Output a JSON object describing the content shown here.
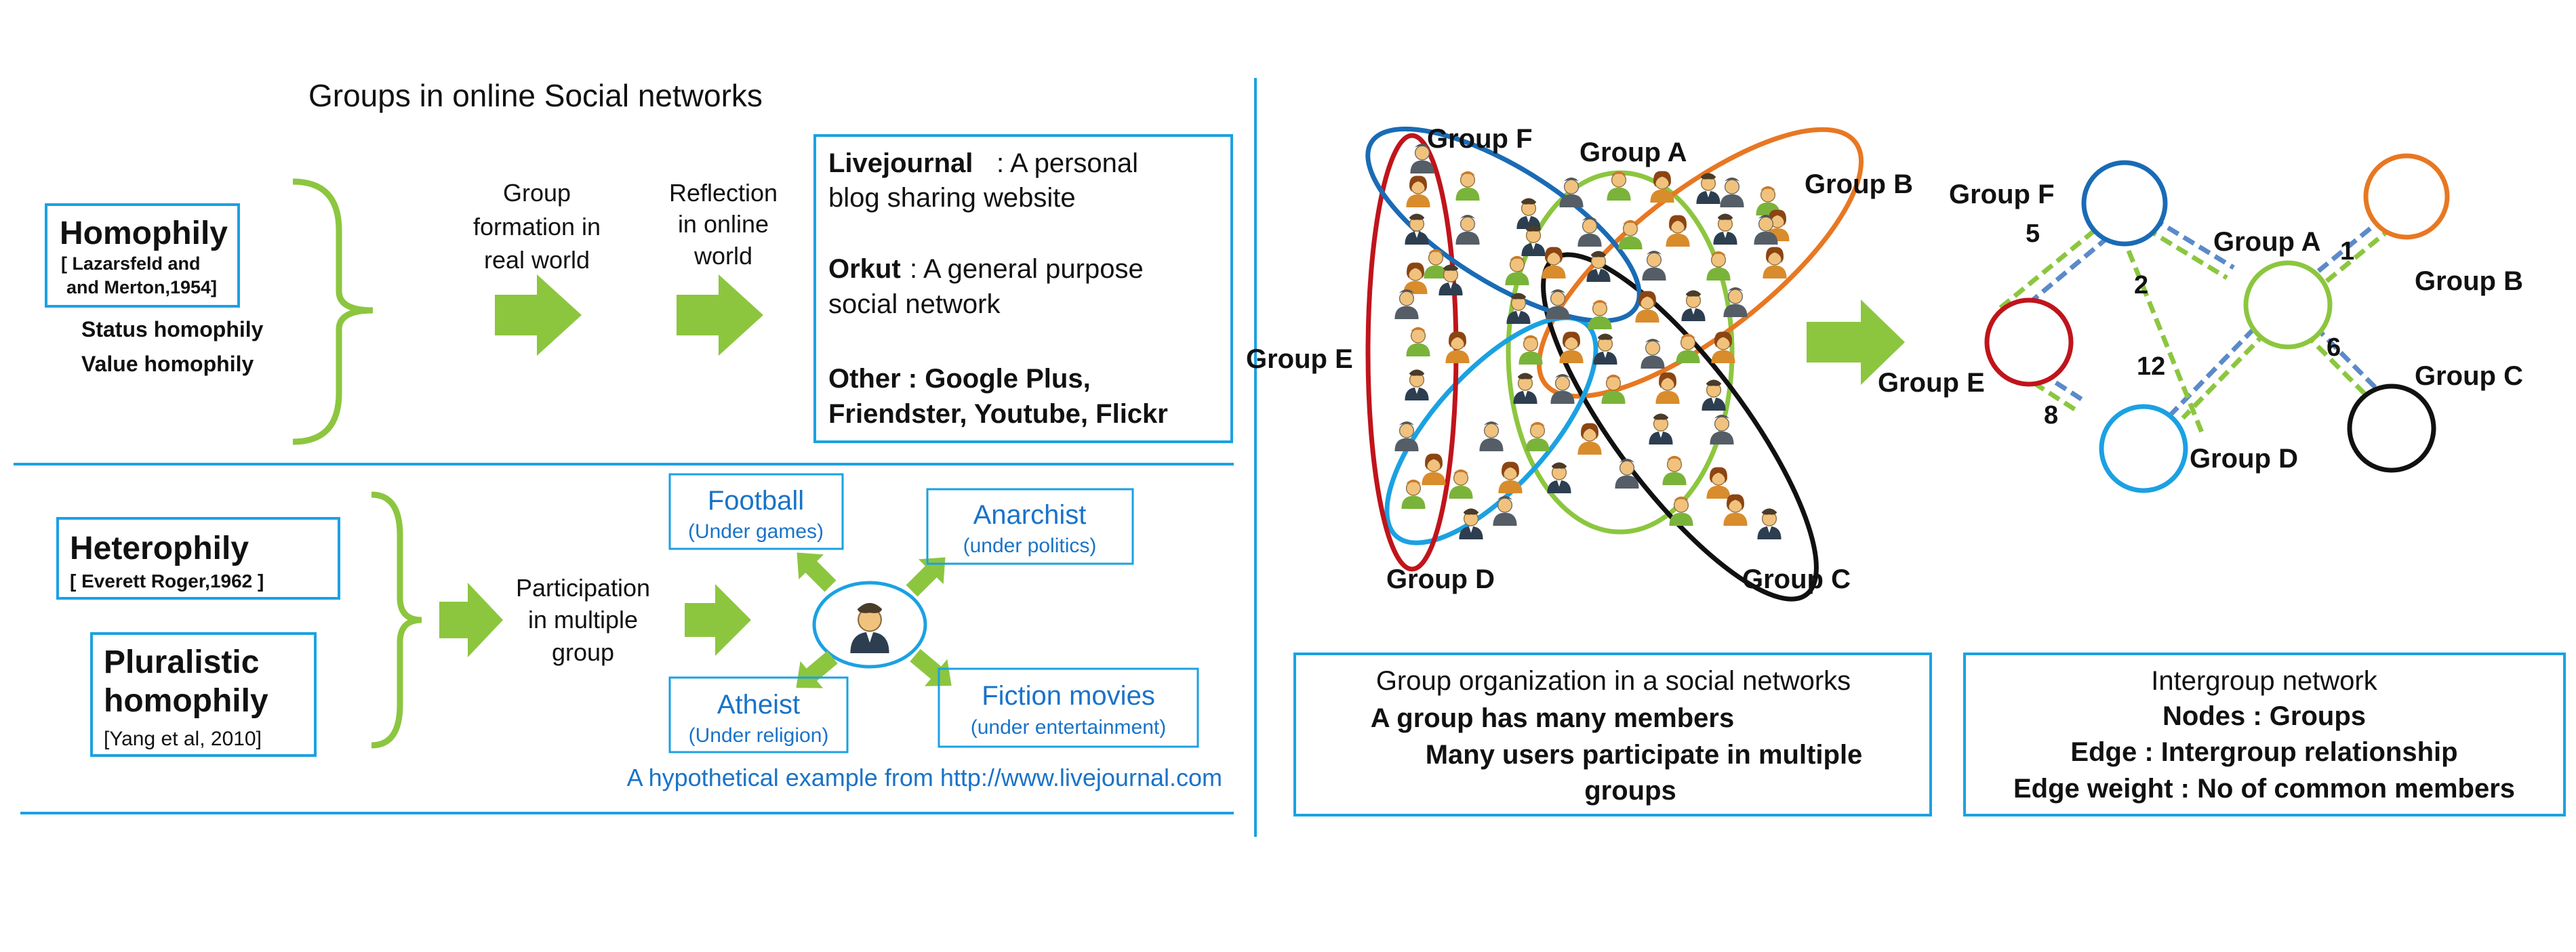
{
  "title": "Groups in online Social networks",
  "homophily": {
    "title": "Homophily",
    "ref_line1": "[ Lazarsfeld and",
    "ref_line2": "and Merton,1954]",
    "status": "Status homophily",
    "value": "Value homophily"
  },
  "formation": {
    "label_line1": "Group",
    "label_line2": "formation in",
    "label_line3": "real world",
    "reflection_line1": "Reflection",
    "reflection_line2": "in online",
    "reflection_line3": "world"
  },
  "examples": {
    "livejournal_name": "Livejournal",
    "livejournal_desc_line1": ":  A personal",
    "livejournal_desc_line2": "blog sharing website",
    "orkut_name": "Orkut",
    "orkut_desc_line1": ":  A general purpose",
    "orkut_desc_line2": "social network",
    "other_line1": "Other : Google Plus,",
    "other_line2": "Friendster, Youtube, Flickr"
  },
  "heterophily": {
    "title": "Heterophily",
    "ref": "[ Everett Roger,1962 ]"
  },
  "pluralistic": {
    "title_line1": "Pluralistic",
    "title_line2": "homophily",
    "ref": "[Yang et al, 2010]"
  },
  "participation": {
    "line1": "Participation",
    "line2": "in multiple",
    "line3": "group"
  },
  "interests": {
    "football": {
      "label": "Football",
      "sub": "(Under games)"
    },
    "anarchist": {
      "label": "Anarchist",
      "sub": "(under politics)"
    },
    "atheist": {
      "label": "Atheist",
      "sub": "(Under religion)"
    },
    "fiction": {
      "label": "Fiction movies",
      "sub": "(under entertainment)"
    },
    "caption": "A hypothetical example from http://www.livejournal.com"
  },
  "groups_diagram": {
    "labels": {
      "a": "Group A",
      "b": "Group B",
      "c": "Group C",
      "d": "Group D",
      "e": "Group E",
      "f": "Group F"
    },
    "colors": {
      "a": "#8cc63f",
      "b": "#e87722",
      "c": "#111111",
      "d": "#1ba1e2",
      "e": "#c0141b",
      "f": "#1a6bb5"
    }
  },
  "intergroup": {
    "labels": {
      "a": "Group A",
      "b": "Group B",
      "c": "Group C",
      "d": "Group D",
      "e": "Group E",
      "f": "Group F"
    },
    "weights": {
      "fe": "5",
      "fa": "2",
      "ab": "1",
      "ac": "6",
      "ad": "12",
      "ed": "8"
    }
  },
  "caption_org": {
    "line1": "Group organization in a social networks",
    "line2": "A group has many members",
    "line3": "Many users participate in multiple",
    "line4": "groups"
  },
  "caption_inter": {
    "line1": "Intergroup network",
    "line2": "Nodes : Groups",
    "line3": "Edge : Intergroup relationship",
    "line4": "Edge weight : No of common members"
  },
  "colors": {
    "accent_blue": "#1ba1e2",
    "text_blue": "#1a73c8",
    "arrow_green": "#8cc63f"
  }
}
